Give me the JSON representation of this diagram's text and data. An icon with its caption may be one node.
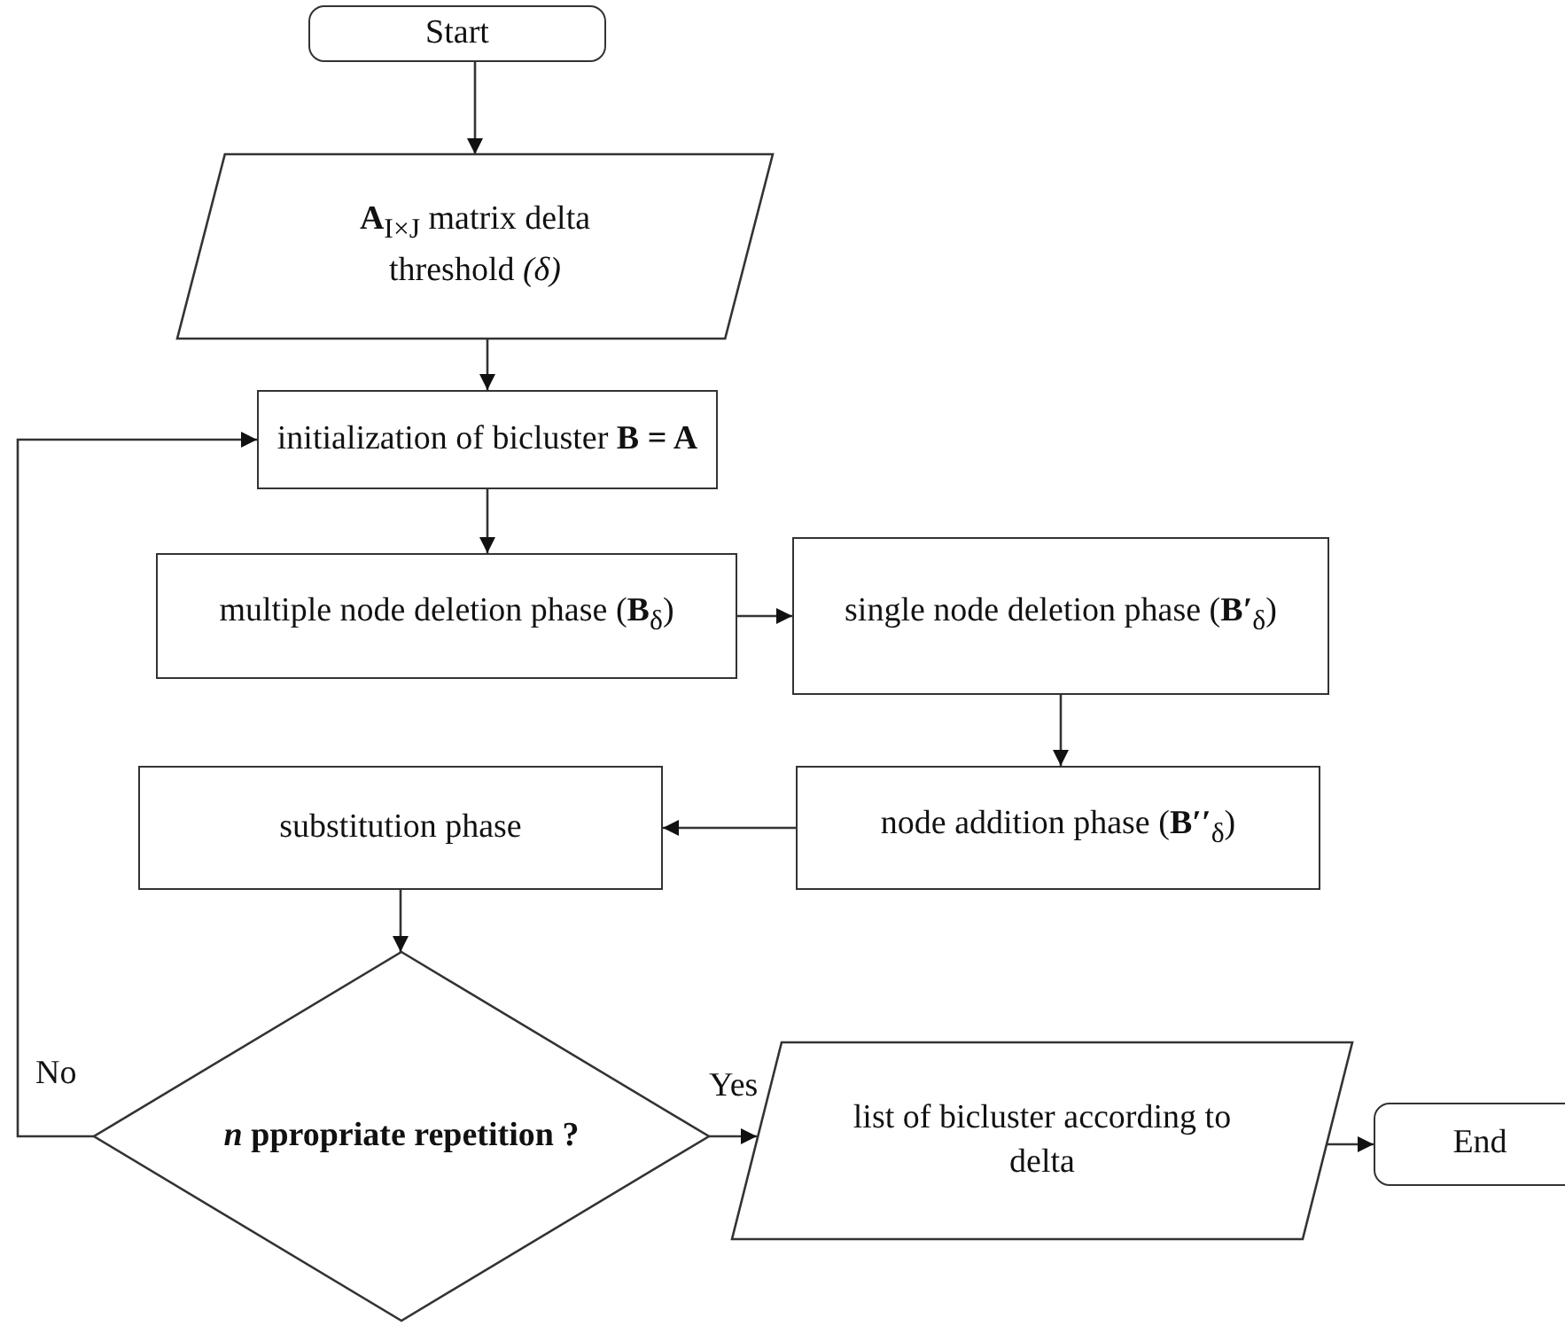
{
  "diagram": {
    "nodes": [
      {
        "text": [
          "Start"
        ]
      },
      {
        "text": [
          "**A**$_{I×J}$ matrix delta threshold *(δ)*"
        ]
      },
      {
        "text": [
          "initialization  of bicluster **B = A**"
        ]
      },
      {
        "text": [
          "multiple node deletion phase (**B**$_{δ}$)"
        ]
      },
      {
        "text": [
          "single node deletion phase (**B′**$_{δ}$)"
        ]
      },
      {
        "text": [
          "node addition phase (**B′′**$_{δ}$)"
        ]
      },
      {
        "text": [
          "substitution phase"
        ]
      },
      {
        "text": [
          "*n* ppropriate repetition ?"
        ]
      },
      {
        "text": [
          "list of bicluster according to delta"
        ]
      },
      {
        "text": [
          "End"
        ]
      }
    ],
    "edges": [
      {
        "from": 0,
        "to": 1,
        "arrow": "to"
      },
      {
        "from": 1,
        "to": 2,
        "arrow": "to"
      },
      {
        "from": 2,
        "to": 3,
        "arrow": "to"
      },
      {
        "from": 3,
        "to": 4,
        "arrow": "to"
      },
      {
        "from": 4,
        "to": 5,
        "arrow": "to"
      },
      {
        "from": 5,
        "to": 6,
        "arrow": "to"
      },
      {
        "from": 6,
        "to": 7,
        "arrow": "to"
      },
      {
        "from": 7,
        "to": 8,
        "arrow": "to",
        "label": "Yes"
      },
      {
        "from": 8,
        "to": 9,
        "arrow": "to"
      },
      {
        "from": 7,
        "to": 2,
        "arrow": "to",
        "label": "No"
      }
    ]
  }
}
